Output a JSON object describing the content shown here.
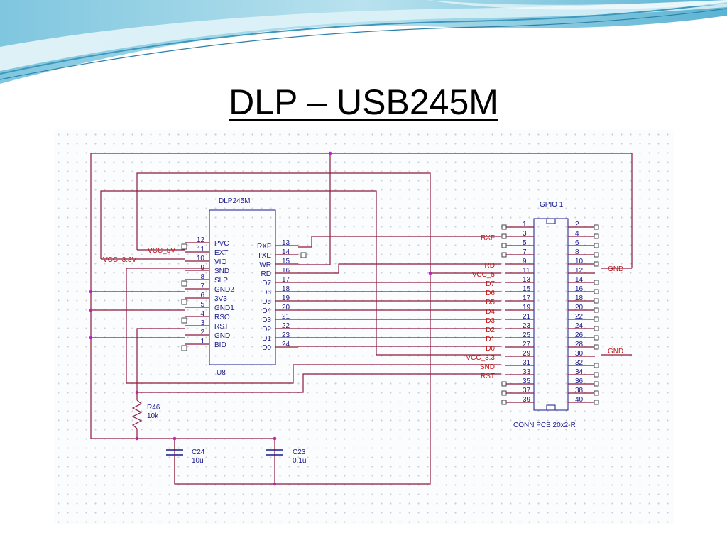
{
  "slide": {
    "title": "DLP – USB245M"
  },
  "colors": {
    "wire": "#8b1a3a",
    "net_label": "#c01818",
    "component_text": "#1a1a8c",
    "junction": "#c020c0",
    "pin_box": "#444444"
  },
  "dlp": {
    "name": "DLP245M",
    "ref": "U8",
    "left_pins": [
      {
        "num": "12",
        "name": "PVC"
      },
      {
        "num": "11",
        "name": "EXT"
      },
      {
        "num": "10",
        "name": "VIO"
      },
      {
        "num": "9",
        "name": "SND"
      },
      {
        "num": "8",
        "name": "SLP"
      },
      {
        "num": "7",
        "name": "GND2"
      },
      {
        "num": "6",
        "name": "3V3"
      },
      {
        "num": "5",
        "name": "GND1"
      },
      {
        "num": "4",
        "name": "RSO"
      },
      {
        "num": "3",
        "name": "RST"
      },
      {
        "num": "2",
        "name": "GND"
      },
      {
        "num": "1",
        "name": "BID"
      }
    ],
    "right_pins": [
      {
        "num": "13",
        "name": "RXF"
      },
      {
        "num": "14",
        "name": "TXE"
      },
      {
        "num": "15",
        "name": "WR"
      },
      {
        "num": "16",
        "name": "RD"
      },
      {
        "num": "17",
        "name": "D7"
      },
      {
        "num": "18",
        "name": "D6"
      },
      {
        "num": "19",
        "name": "D5"
      },
      {
        "num": "20",
        "name": "D4"
      },
      {
        "num": "21",
        "name": "D3"
      },
      {
        "num": "22",
        "name": "D2"
      },
      {
        "num": "23",
        "name": "D1"
      },
      {
        "num": "24",
        "name": "D0"
      }
    ]
  },
  "left_net_labels": {
    "vcc_5v": "VCC_5V",
    "vcc_33v": "VCC_3.3V"
  },
  "gpio": {
    "name": "GPIO 1",
    "part": "CONN PCB 20x2-R",
    "rows": [
      {
        "odd": "1",
        "even": "2",
        "left_net": ""
      },
      {
        "odd": "3",
        "even": "4",
        "left_net": "RXF"
      },
      {
        "odd": "5",
        "even": "6",
        "left_net": ""
      },
      {
        "odd": "7",
        "even": "8",
        "left_net": ""
      },
      {
        "odd": "9",
        "even": "10",
        "left_net": "RD"
      },
      {
        "odd": "11",
        "even": "12",
        "left_net": "VCC_5"
      },
      {
        "odd": "13",
        "even": "14",
        "left_net": "D7"
      },
      {
        "odd": "15",
        "even": "16",
        "left_net": "D6"
      },
      {
        "odd": "17",
        "even": "18",
        "left_net": "D5"
      },
      {
        "odd": "19",
        "even": "20",
        "left_net": "D4"
      },
      {
        "odd": "21",
        "even": "22",
        "left_net": "D3"
      },
      {
        "odd": "23",
        "even": "24",
        "left_net": "D2"
      },
      {
        "odd": "25",
        "even": "26",
        "left_net": "D1"
      },
      {
        "odd": "27",
        "even": "28",
        "left_net": "D0"
      },
      {
        "odd": "29",
        "even": "30",
        "left_net": "VCC_3.3"
      },
      {
        "odd": "31",
        "even": "32",
        "left_net": "SND"
      },
      {
        "odd": "33",
        "even": "34",
        "left_net": "RST"
      },
      {
        "odd": "35",
        "even": "36",
        "left_net": ""
      },
      {
        "odd": "37",
        "even": "38",
        "left_net": ""
      },
      {
        "odd": "39",
        "even": "40",
        "left_net": ""
      }
    ],
    "gnd_label_12": "GND",
    "gnd_label_30": "GND"
  },
  "r46": {
    "ref": "R46",
    "value": "10k"
  },
  "c24": {
    "ref": "C24",
    "value": "10u"
  },
  "c23": {
    "ref": "C23",
    "value": "0.1u"
  }
}
